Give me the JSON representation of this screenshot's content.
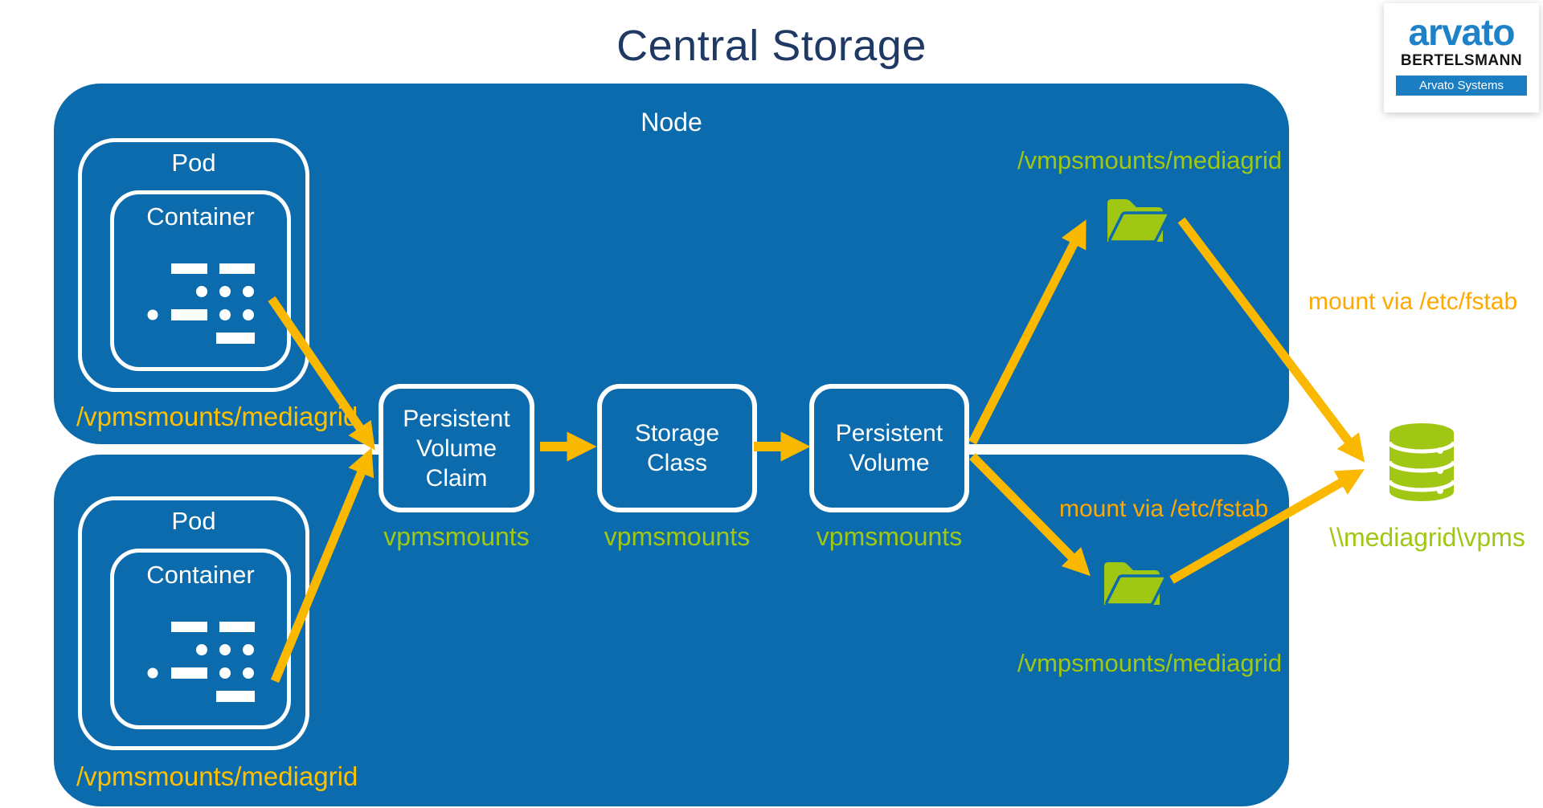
{
  "title": "Central Storage",
  "logo": {
    "brand": "arvato",
    "group": "BERTELSMANN",
    "subsidiary": "Arvato Systems"
  },
  "node": {
    "label": "Node"
  },
  "pod": {
    "label": "Pod",
    "container_label": "Container",
    "mount_path": "/vpmsmounts/mediagrid"
  },
  "pipeline": {
    "pvc": {
      "label": "Persistent Volume Claim",
      "name": "vpmsmounts"
    },
    "storage_class": {
      "label": "Storage Class",
      "name": "vpmsmounts"
    },
    "pv": {
      "label": "Persistent Volume",
      "name": "vpmsmounts"
    }
  },
  "mounts": {
    "folder_top_path": "/vmpsmounts/mediagrid",
    "folder_bottom_path": "/vmpsmounts/mediagrid",
    "mount_top": "mount via /etc/fstab",
    "mount_bottom": "mount via /etc/fstab",
    "storage_share": "\\\\mediagrid\\vpms"
  },
  "colors": {
    "node_blue": "#0B6BAD",
    "arrow_gold": "#FBB800",
    "path_label_gold": "#FFC000",
    "mount_label_amber": "#FFA800",
    "green": "#A0C714",
    "title_navy": "#1F3864",
    "logo_blue": "#1E82C8"
  }
}
